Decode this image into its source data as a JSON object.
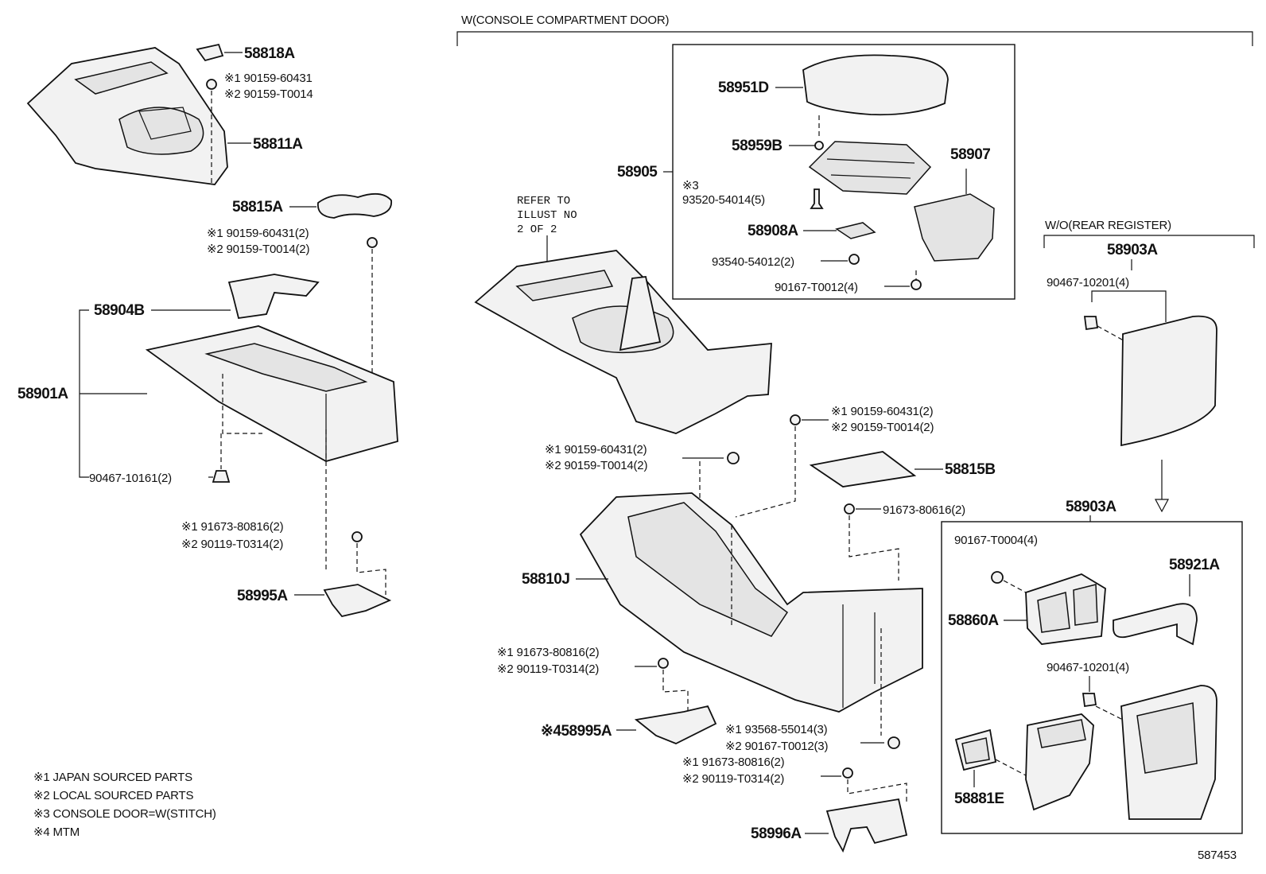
{
  "sections": {
    "w_console_door": "W(CONSOLE COMPARTMENT DOOR)",
    "wo_rear_register": "W/O(REAR REGISTER)"
  },
  "refer": [
    "REFER TO",
    "ILLUST NO",
    "2 OF 2"
  ],
  "parts": {
    "p58818A": "58818A",
    "p58811A": "58811A",
    "p58815A": "58815A",
    "p58904B": "58904B",
    "p58901A": "58901A",
    "p58995A_left": "58995A",
    "p58951D": "58951D",
    "p58959B": "58959B",
    "p58907": "58907",
    "p58905": "58905",
    "p58908A": "58908A",
    "p58903A_top": "58903A",
    "p58815B": "58815B",
    "p58810J": "58810J",
    "p58995A_mid": "※458995A",
    "p58996A": "58996A",
    "p58903A_box": "58903A",
    "p58921A": "58921A",
    "p58860A": "58860A",
    "p58881E": "58881E"
  },
  "fasteners": {
    "f1a": "※1 90159-60431",
    "f1b": "※2 90159-T0014",
    "f2a": "※1 90159-60431(2)",
    "f2b": "※2 90159-T0014(2)",
    "f3": "90467-10161(2)",
    "f4a": "※1 91673-80816(2)",
    "f4b": "※2 90119-T0314(2)",
    "f5a": "※3",
    "f5b": "93520-54014(5)",
    "f6": "93540-54012(2)",
    "f7": "90167-T0012(4)",
    "f8a": "※1 90159-60431(2)",
    "f8b": "※2 90159-T0014(2)",
    "f9a": "※1 90159-60431(2)",
    "f9b": "※2 90159-T0014(2)",
    "f10": "91673-80616(2)",
    "f11a": "※1 91673-80816(2)",
    "f11b": "※2 90119-T0314(2)",
    "f12a": "※1 93568-55014(3)",
    "f12b": "※2 90167-T0012(3)",
    "f13a": "※1 91673-80816(2)",
    "f13b": "※2 90119-T0314(2)",
    "f14": "90467-10201(4)",
    "f15": "90167-T0004(4)",
    "f16": "90467-10201(4)"
  },
  "legend": [
    "※1 JAPAN SOURCED PARTS",
    "※2 LOCAL SOURCED PARTS",
    "※3 CONSOLE DOOR=W(STITCH)",
    "※4 MTM"
  ],
  "diagram_id": "587453"
}
